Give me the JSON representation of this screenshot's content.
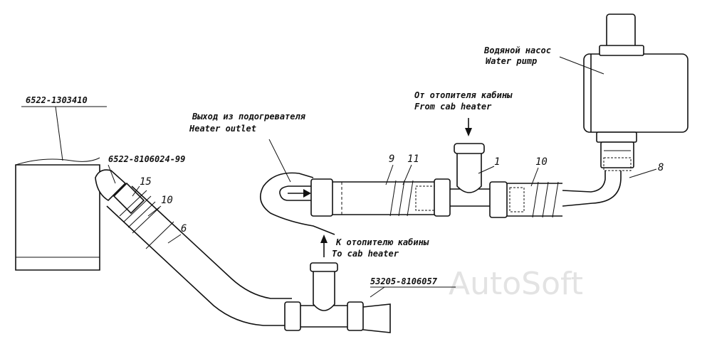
{
  "labels": {
    "part_left_body": "6522-1303410",
    "part_left_hose": "6522-8106024-99",
    "part_tee": "53205-8106057",
    "heater_outlet_ru": "Выход из подогревателя",
    "heater_outlet_en": "Heater outlet",
    "from_cab_heater_ru": "От отопителя кабины",
    "from_cab_heater_en": "From cab heater",
    "to_cab_heater_ru": "К отопителю кабины",
    "to_cab_heater_en": "To cab heater",
    "water_pump_ru": "Водяной насос",
    "water_pump_en": "Water pump"
  },
  "callouts": {
    "n15": "15",
    "n10_left": "10",
    "n6": "6",
    "n9": "9",
    "n11": "11",
    "n1": "1",
    "n10_right": "10",
    "n8": "8"
  },
  "watermark": "AutoSoft"
}
